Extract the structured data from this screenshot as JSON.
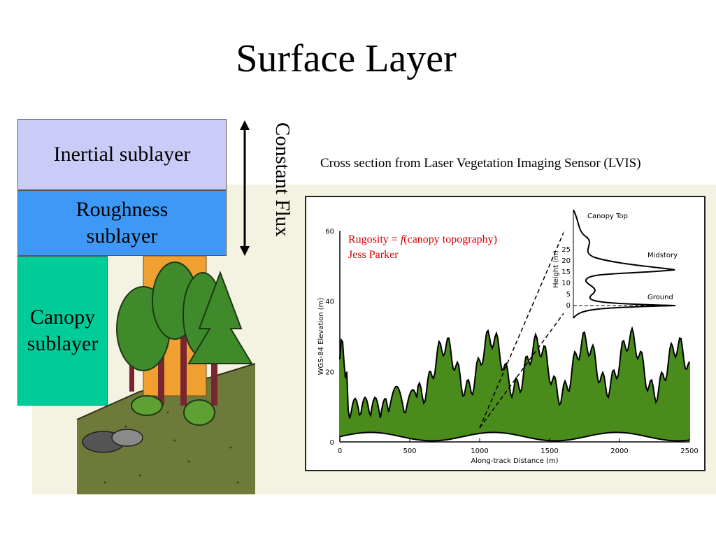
{
  "slide": {
    "title": "Surface Layer",
    "layers": {
      "inertial": "Inertial sublayer",
      "roughness_line1": "Roughness",
      "roughness_line2": "sublayer",
      "canopy_line1": "Canopy",
      "canopy_line2": "sublayer"
    },
    "flux_label": "Constant Flux",
    "lvis_caption": "Cross section from Laser Vegetation Imaging Sensor (LVIS)",
    "rugosity_prefix": "Rugosity = ",
    "rugosity_f": "f",
    "rugosity_suffix": "(canopy topography)",
    "rugosity_author": "Jess Parker"
  },
  "chart_data": {
    "type": "area",
    "xlabel": "Along-track Distance (m)",
    "ylabel": "WGS-84 Elevation (m)",
    "xlim": [
      0,
      2500
    ],
    "ylim": [
      0,
      60
    ],
    "x_ticks": [
      "0",
      "500",
      "1000",
      "1500",
      "2000",
      "2500"
    ],
    "y_ticks": [
      "0",
      "20",
      "40",
      "60"
    ],
    "inset": {
      "ylabel": "Height (m)",
      "y_ticks": [
        "0",
        "5",
        "10",
        "15",
        "20",
        "25"
      ],
      "annotations": [
        "Canopy Top",
        "Midstory",
        "Ground"
      ]
    },
    "colors": {
      "canopy": "#4a8c1c",
      "line": "#000000"
    }
  }
}
